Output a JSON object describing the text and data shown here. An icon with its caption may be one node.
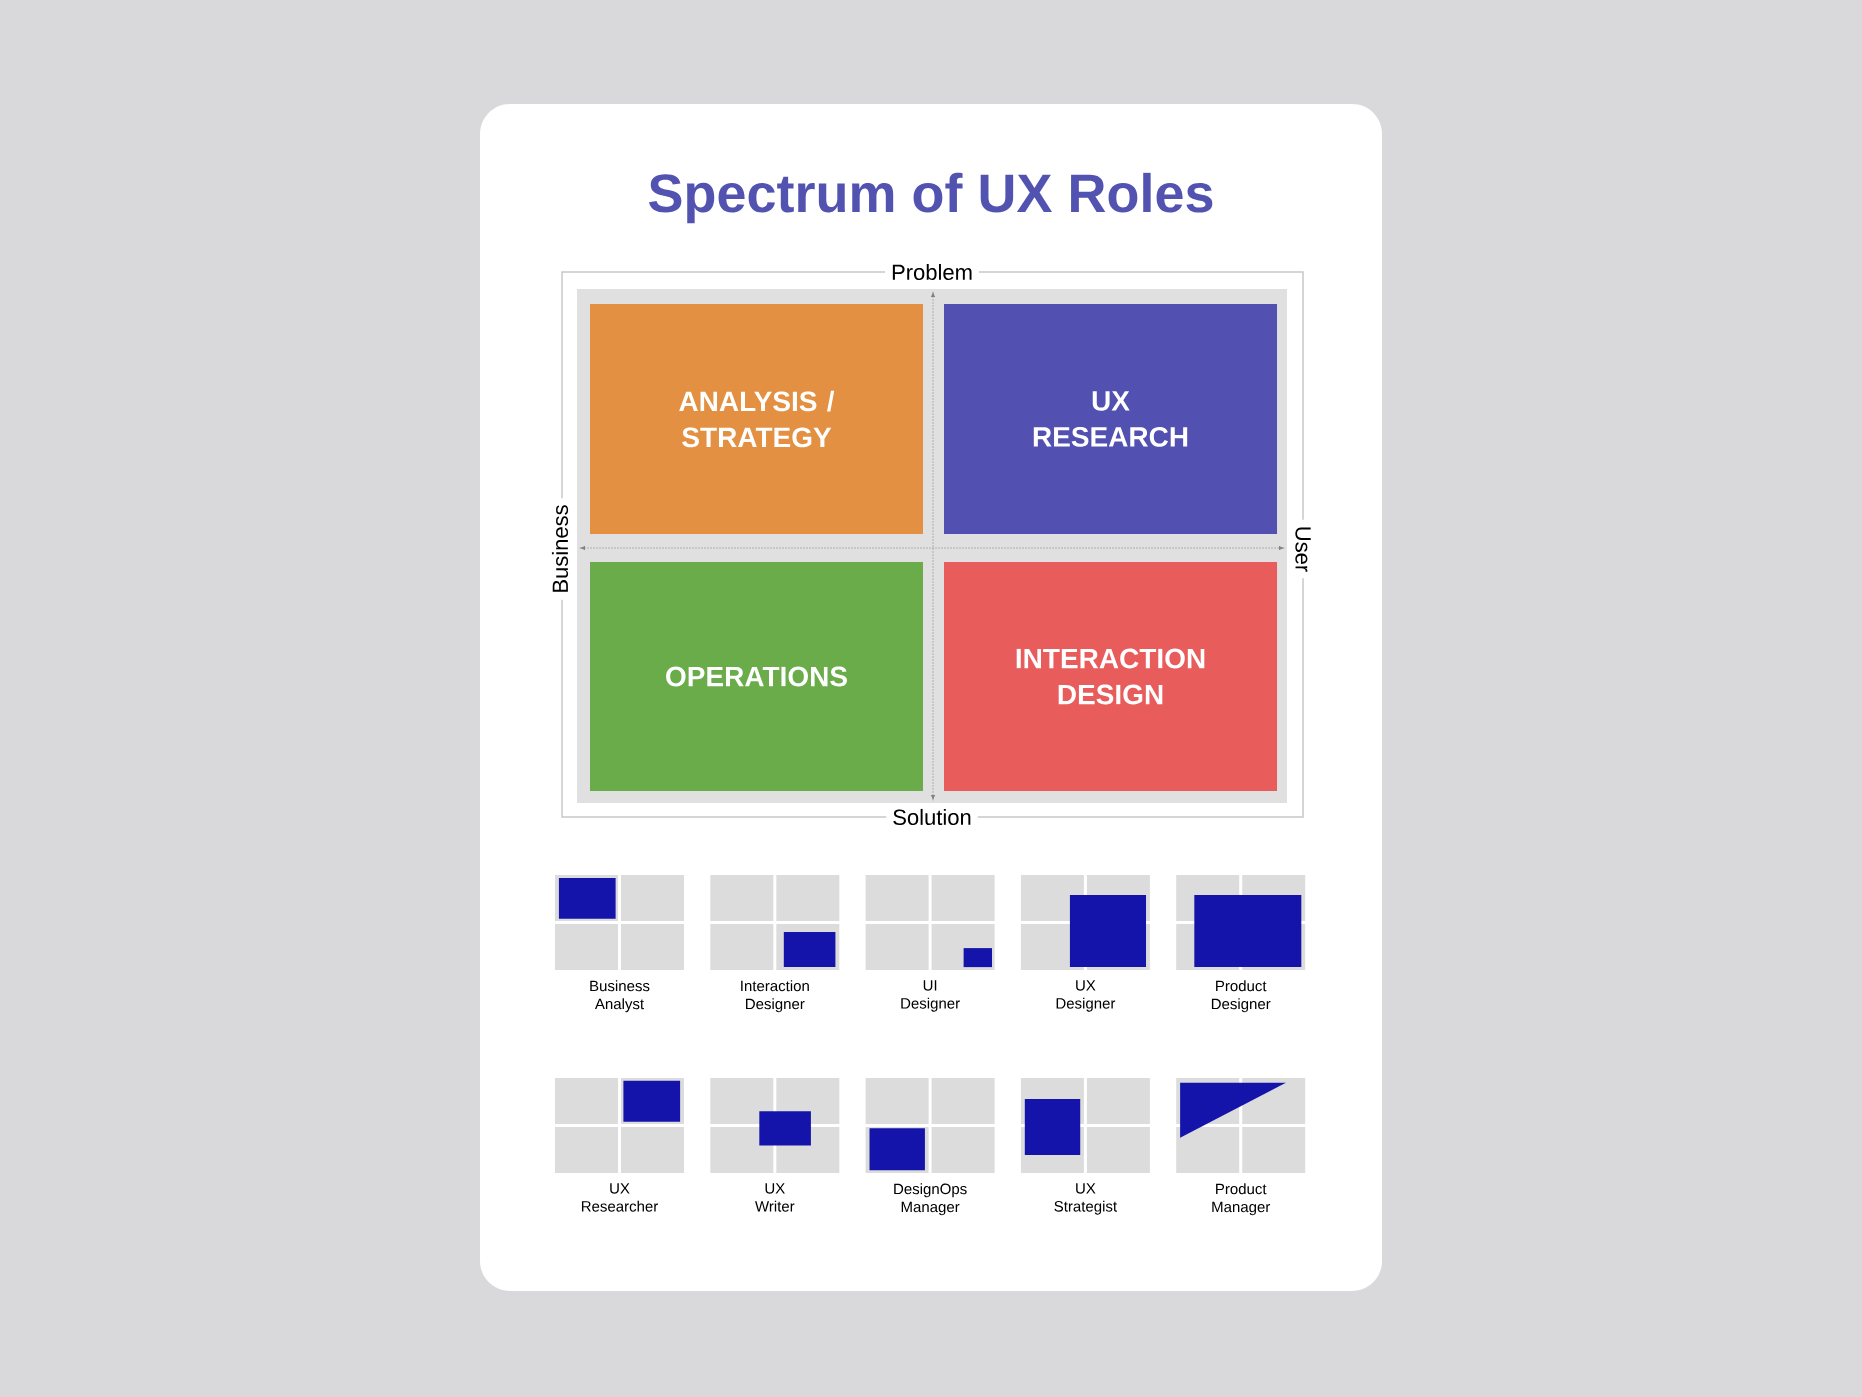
{
  "diagram": {
    "title": "Spectrum of UX Roles",
    "nodes": [
      {
        "text": [
          "ANALYSIS / STRATEGY"
        ]
      },
      {
        "text": [
          "UX RESEARCH"
        ]
      },
      {
        "text": [
          "OPERATIONS"
        ]
      },
      {
        "text": [
          "INTERACTION DESIGN"
        ]
      },
      {
        "text": [
          "Business Analyst"
        ]
      },
      {
        "text": [
          "Interaction Designer"
        ]
      },
      {
        "text": [
          "UI Designer"
        ]
      },
      {
        "text": [
          "UX Designer"
        ]
      },
      {
        "text": [
          "Product Designer"
        ]
      },
      {
        "text": [
          "UX Researcher"
        ]
      },
      {
        "text": [
          "UX Writer"
        ]
      },
      {
        "text": [
          "DesignOps Manager"
        ]
      },
      {
        "text": [
          "UX Strategist"
        ]
      },
      {
        "text": [
          "Product Manager"
        ]
      }
    ],
    "labels": [
      "Problem",
      "Business",
      "User",
      "Solution"
    ]
  }
}
